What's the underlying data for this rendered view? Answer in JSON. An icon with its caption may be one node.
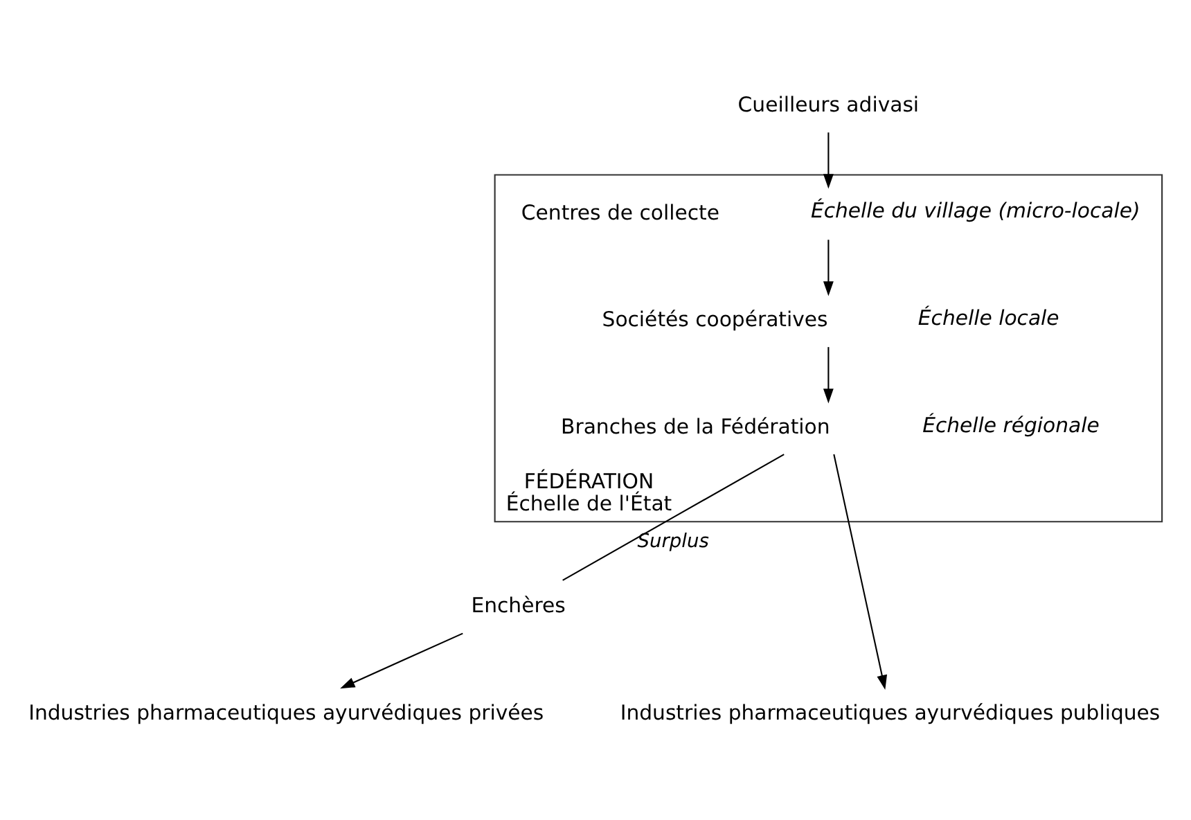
{
  "diagram": {
    "nodes": [
      {
        "text": [
          "Cueilleurs adivasi"
        ]
      },
      {
        "text": [
          "FÉDÉRATION",
          "Échelle de l'État"
        ]
      },
      {
        "text": [
          "Centres de collecte"
        ],
        "in": 1,
        "beside": [
          "Échelle du village (micro-locale)"
        ]
      },
      {
        "text": [
          "Sociétés coopératives"
        ],
        "in": 1,
        "beside": [
          "Échelle locale"
        ]
      },
      {
        "text": [
          "Branches de la Fédération"
        ],
        "in": 1,
        "beside": [
          "Échelle régionale"
        ]
      },
      {
        "text": [
          "Enchères"
        ]
      },
      {
        "text": [
          "Industries pharmaceutiques ayurvédiques publiques"
        ]
      },
      {
        "text": [
          "Industries pharmaceutiques ayurvédiques privées"
        ]
      }
    ],
    "edges": [
      {
        "from": 0,
        "to": 2,
        "arrow": "to"
      },
      {
        "from": 2,
        "to": 3,
        "arrow": "to"
      },
      {
        "from": 3,
        "to": 4,
        "arrow": "to"
      },
      {
        "from": 4,
        "to": 6,
        "arrow": "to"
      },
      {
        "from": 4,
        "to": 5,
        "arrow": "none",
        "label": "Surplus"
      },
      {
        "from": 5,
        "to": 7,
        "arrow": "to"
      }
    ]
  }
}
